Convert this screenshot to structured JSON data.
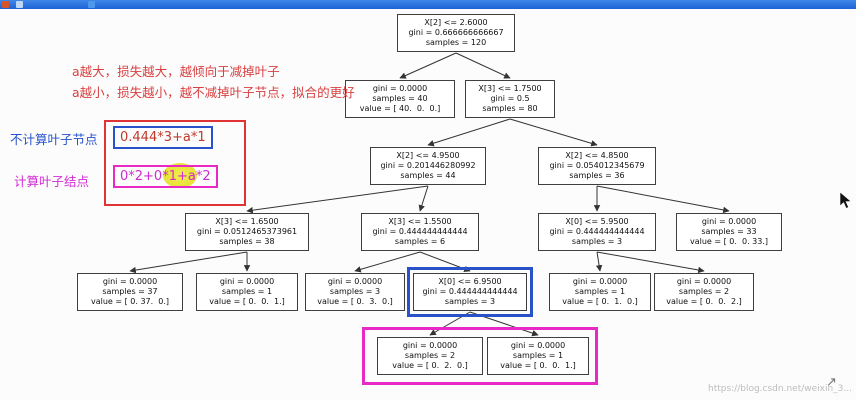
{
  "top_bar": {
    "accent_color": "#1f6fe0"
  },
  "annotations": {
    "note_line1": "a越大，损失越大，越倾向于减掉叶子",
    "note_line2": "a越小，损失越小，越不减掉叶子节点，拟合的更好",
    "no_leaf_label": "不计算叶子节点",
    "no_leaf_formula": "0.444*3+a*1",
    "leaf_label": "计算叶子结点",
    "leaf_formula": "0*2+0*1+a*2"
  },
  "watermark": "https://blog.csdn.net/weixin_3...",
  "colors": {
    "note_red": "#d84040",
    "formula_blue": "#2752cc",
    "formula_magenta": "#d32bd3",
    "red_box": "#e03434",
    "highlight_yellow": "#ece73b",
    "blue_node_outline": "#2a52c8",
    "magenta_group": "#e829c5"
  },
  "tree": {
    "nodes": [
      {
        "id": "root",
        "lines": [
          "X[2] <= 2.6000",
          "gini = 0.666666666667",
          "samples = 120"
        ]
      },
      {
        "id": "n1",
        "lines": [
          "gini = 0.0000",
          "samples = 40",
          "value = [ 40.  0.  0.]"
        ]
      },
      {
        "id": "n2",
        "lines": [
          "X[3] <= 1.7500",
          "gini = 0.5",
          "samples = 80"
        ]
      },
      {
        "id": "n3",
        "lines": [
          "X[2] <= 4.9500",
          "gini = 0.201446280992",
          "samples = 44"
        ]
      },
      {
        "id": "n4",
        "lines": [
          "X[2] <= 4.8500",
          "gini = 0.054012345679",
          "samples = 36"
        ]
      },
      {
        "id": "n5",
        "lines": [
          "X[3] <= 1.6500",
          "gini = 0.0512465373961",
          "samples = 38"
        ]
      },
      {
        "id": "n6",
        "lines": [
          "X[3] <= 1.5500",
          "gini = 0.444444444444",
          "samples = 6"
        ]
      },
      {
        "id": "n7",
        "lines": [
          "X[0] <= 5.9500",
          "gini = 0.444444444444",
          "samples = 3"
        ]
      },
      {
        "id": "n8",
        "lines": [
          "gini = 0.0000",
          "samples = 33",
          "value = [ 0.  0. 33.]"
        ]
      },
      {
        "id": "n9",
        "lines": [
          "gini = 0.0000",
          "samples = 37",
          "value = [ 0. 37.  0.]"
        ]
      },
      {
        "id": "n10",
        "lines": [
          "gini = 0.0000",
          "samples = 1",
          "value = [ 0.  0.  1.]"
        ]
      },
      {
        "id": "n11",
        "lines": [
          "gini = 0.0000",
          "samples = 3",
          "value = [ 0.  3.  0.]"
        ]
      },
      {
        "id": "n12",
        "lines": [
          "X[0] <= 6.9500",
          "gini = 0.444444444444",
          "samples = 3"
        ],
        "highlight": "blue"
      },
      {
        "id": "n13",
        "lines": [
          "gini = 0.0000",
          "samples = 1",
          "value = [ 0.  1.  0.]"
        ]
      },
      {
        "id": "n14",
        "lines": [
          "gini = 0.0000",
          "samples = 2",
          "value = [ 0.  0.  2.]"
        ]
      },
      {
        "id": "n15",
        "lines": [
          "gini = 0.0000",
          "samples = 2",
          "value = [ 0.  2.  0.]"
        ]
      },
      {
        "id": "n16",
        "lines": [
          "gini = 0.0000",
          "samples = 1",
          "value = [ 0.  0.  1.]"
        ]
      }
    ],
    "edges": [
      [
        "root",
        "n1"
      ],
      [
        "root",
        "n2"
      ],
      [
        "n2",
        "n3"
      ],
      [
        "n2",
        "n4"
      ],
      [
        "n3",
        "n5"
      ],
      [
        "n3",
        "n6"
      ],
      [
        "n4",
        "n7"
      ],
      [
        "n4",
        "n8"
      ],
      [
        "n5",
        "n9"
      ],
      [
        "n5",
        "n10"
      ],
      [
        "n6",
        "n11"
      ],
      [
        "n6",
        "n12"
      ],
      [
        "n7",
        "n13"
      ],
      [
        "n7",
        "n14"
      ],
      [
        "n12",
        "n15"
      ],
      [
        "n12",
        "n16"
      ]
    ]
  }
}
